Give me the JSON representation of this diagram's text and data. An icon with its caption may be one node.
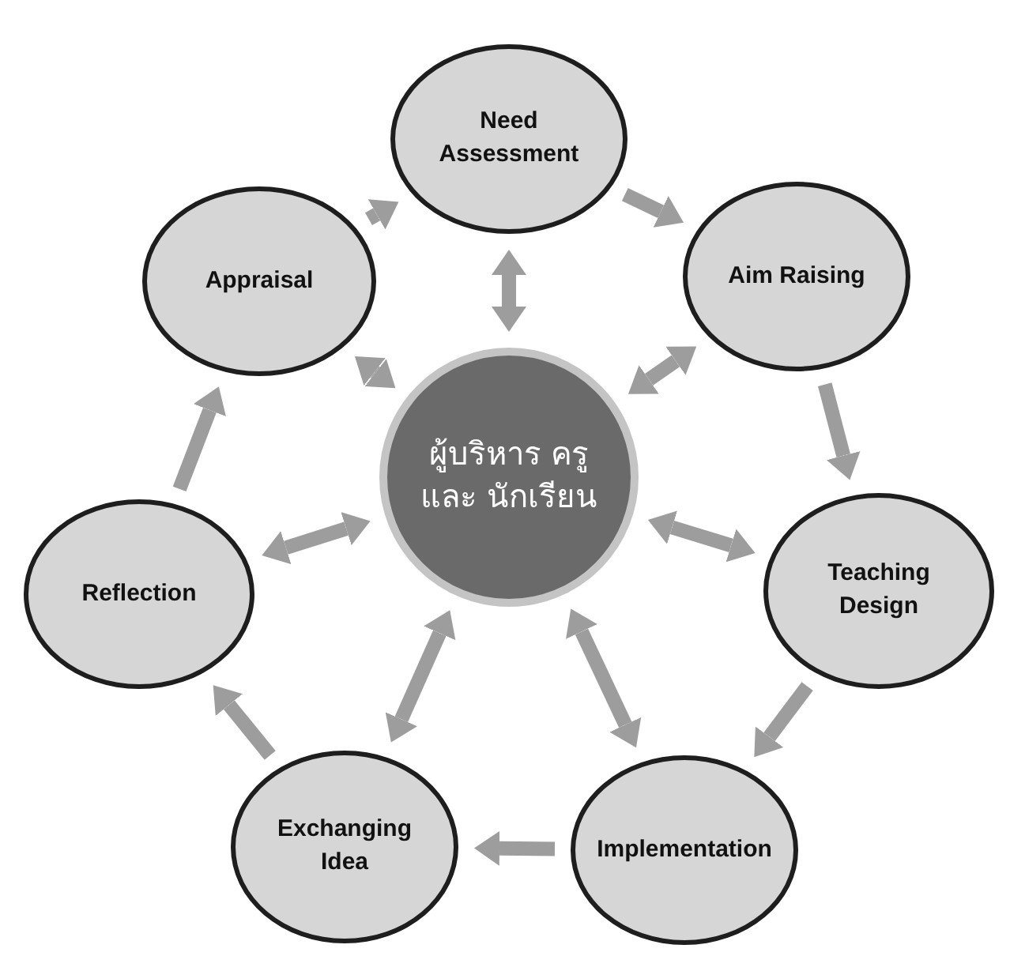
{
  "diagram": {
    "nodes": [
      {
        "text": [
          "ผู้บริหาร ครู และ นักเรียน"
        ]
      },
      {
        "text": [
          "Need Assessment"
        ]
      },
      {
        "text": [
          "Aim Raising"
        ]
      },
      {
        "text": [
          "Teaching Design"
        ]
      },
      {
        "text": [
          "Implementation"
        ]
      },
      {
        "text": [
          "Exchanging Idea"
        ]
      },
      {
        "text": [
          "Reflection"
        ]
      },
      {
        "text": [
          "Appraisal"
        ]
      }
    ],
    "edges": [
      {
        "from": 1,
        "to": 2,
        "arrow": "to"
      },
      {
        "from": 2,
        "to": 3,
        "arrow": "to"
      },
      {
        "from": 3,
        "to": 4,
        "arrow": "to"
      },
      {
        "from": 4,
        "to": 5,
        "arrow": "to"
      },
      {
        "from": 5,
        "to": 6,
        "arrow": "to"
      },
      {
        "from": 6,
        "to": 7,
        "arrow": "to"
      },
      {
        "from": 7,
        "to": 1,
        "arrow": "to"
      },
      {
        "from": 0,
        "to": 1,
        "arrow": "both"
      },
      {
        "from": 0,
        "to": 2,
        "arrow": "both"
      },
      {
        "from": 0,
        "to": 3,
        "arrow": "both"
      },
      {
        "from": 0,
        "to": 4,
        "arrow": "both"
      },
      {
        "from": 0,
        "to": 5,
        "arrow": "both"
      },
      {
        "from": 0,
        "to": 6,
        "arrow": "both"
      },
      {
        "from": 0,
        "to": 7,
        "arrow": "both"
      }
    ]
  }
}
